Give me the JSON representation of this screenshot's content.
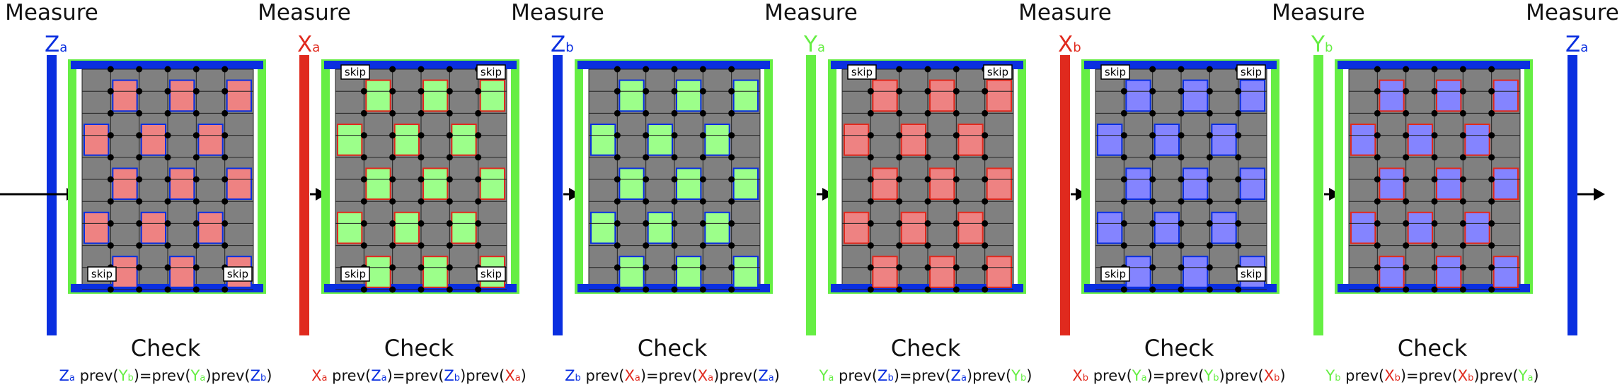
{
  "measure_label": "Measure",
  "check_label": "Check",
  "skip_label": "skip",
  "colors": {
    "blue": "#0a2fe0",
    "red": "#e02a1e",
    "green": "#66ee44",
    "gray": "#808080",
    "light_green": "#9cff8a",
    "salmon": "#ee8282",
    "lavender": "#8484ff"
  },
  "measurements": [
    {
      "id": "za-1",
      "main": "Z",
      "sub": "a",
      "color": "blue"
    },
    {
      "id": "xa",
      "main": "X",
      "sub": "a",
      "color": "red"
    },
    {
      "id": "zb",
      "main": "Z",
      "sub": "b",
      "color": "blue"
    },
    {
      "id": "ya",
      "main": "Y",
      "sub": "a",
      "color": "green"
    },
    {
      "id": "xb",
      "main": "X",
      "sub": "b",
      "color": "red"
    },
    {
      "id": "yb",
      "main": "Y",
      "sub": "b",
      "color": "green"
    },
    {
      "id": "za-2",
      "main": "Z",
      "sub": "a",
      "color": "blue"
    }
  ],
  "panels": [
    {
      "fill": "salmon",
      "checkered": "lower",
      "formula": [
        {
          "m": "Z",
          "s": "a",
          "c": "blue"
        },
        {
          "t": " prev("
        },
        {
          "m": "Y",
          "s": "b",
          "c": "green"
        },
        {
          "t": ")=prev("
        },
        {
          "m": "Y",
          "s": "a",
          "c": "green"
        },
        {
          "t": ")prev("
        },
        {
          "m": "Z",
          "s": "b",
          "c": "blue"
        },
        {
          "t": ")"
        }
      ]
    },
    {
      "fill": "light_green",
      "checkered": "both",
      "formula": [
        {
          "m": "X",
          "s": "a",
          "c": "red"
        },
        {
          "t": " prev("
        },
        {
          "m": "Z",
          "s": "a",
          "c": "blue"
        },
        {
          "t": ")=prev("
        },
        {
          "m": "Z",
          "s": "b",
          "c": "blue"
        },
        {
          "t": ")prev("
        },
        {
          "m": "X",
          "s": "a",
          "c": "red"
        },
        {
          "t": ")"
        }
      ]
    },
    {
      "fill": "light_green",
      "checkered": "none",
      "formula": [
        {
          "m": "Z",
          "s": "b",
          "c": "blue"
        },
        {
          "t": " prev("
        },
        {
          "m": "X",
          "s": "a",
          "c": "red"
        },
        {
          "t": ")=prev("
        },
        {
          "m": "X",
          "s": "a",
          "c": "red"
        },
        {
          "t": ")prev("
        },
        {
          "m": "Z",
          "s": "a",
          "c": "blue"
        },
        {
          "t": ")"
        }
      ]
    },
    {
      "fill": "salmon",
      "checkered": "upper",
      "formula": [
        {
          "m": "Y",
          "s": "a",
          "c": "green"
        },
        {
          "t": " prev("
        },
        {
          "m": "Z",
          "s": "b",
          "c": "blue"
        },
        {
          "t": ")=prev("
        },
        {
          "m": "Z",
          "s": "a",
          "c": "blue"
        },
        {
          "t": ")prev("
        },
        {
          "m": "Y",
          "s": "b",
          "c": "green"
        },
        {
          "t": ")"
        }
      ]
    },
    {
      "fill": "lavender",
      "checkered": "both",
      "formula": [
        {
          "m": "X",
          "s": "b",
          "c": "red"
        },
        {
          "t": " prev("
        },
        {
          "m": "Y",
          "s": "a",
          "c": "green"
        },
        {
          "t": ")=prev("
        },
        {
          "m": "Y",
          "s": "b",
          "c": "green"
        },
        {
          "t": ")prev("
        },
        {
          "m": "X",
          "s": "b",
          "c": "red"
        },
        {
          "t": ")"
        }
      ]
    },
    {
      "fill": "lavender",
      "checkered": "none",
      "formula": [
        {
          "m": "Y",
          "s": "b",
          "c": "green"
        },
        {
          "t": " prev("
        },
        {
          "m": "X",
          "s": "b",
          "c": "red"
        },
        {
          "t": ")=prev("
        },
        {
          "m": "X",
          "s": "b",
          "c": "red"
        },
        {
          "t": ")prev("
        },
        {
          "m": "Y",
          "s": "a",
          "c": "green"
        },
        {
          "t": ")"
        }
      ]
    }
  ]
}
